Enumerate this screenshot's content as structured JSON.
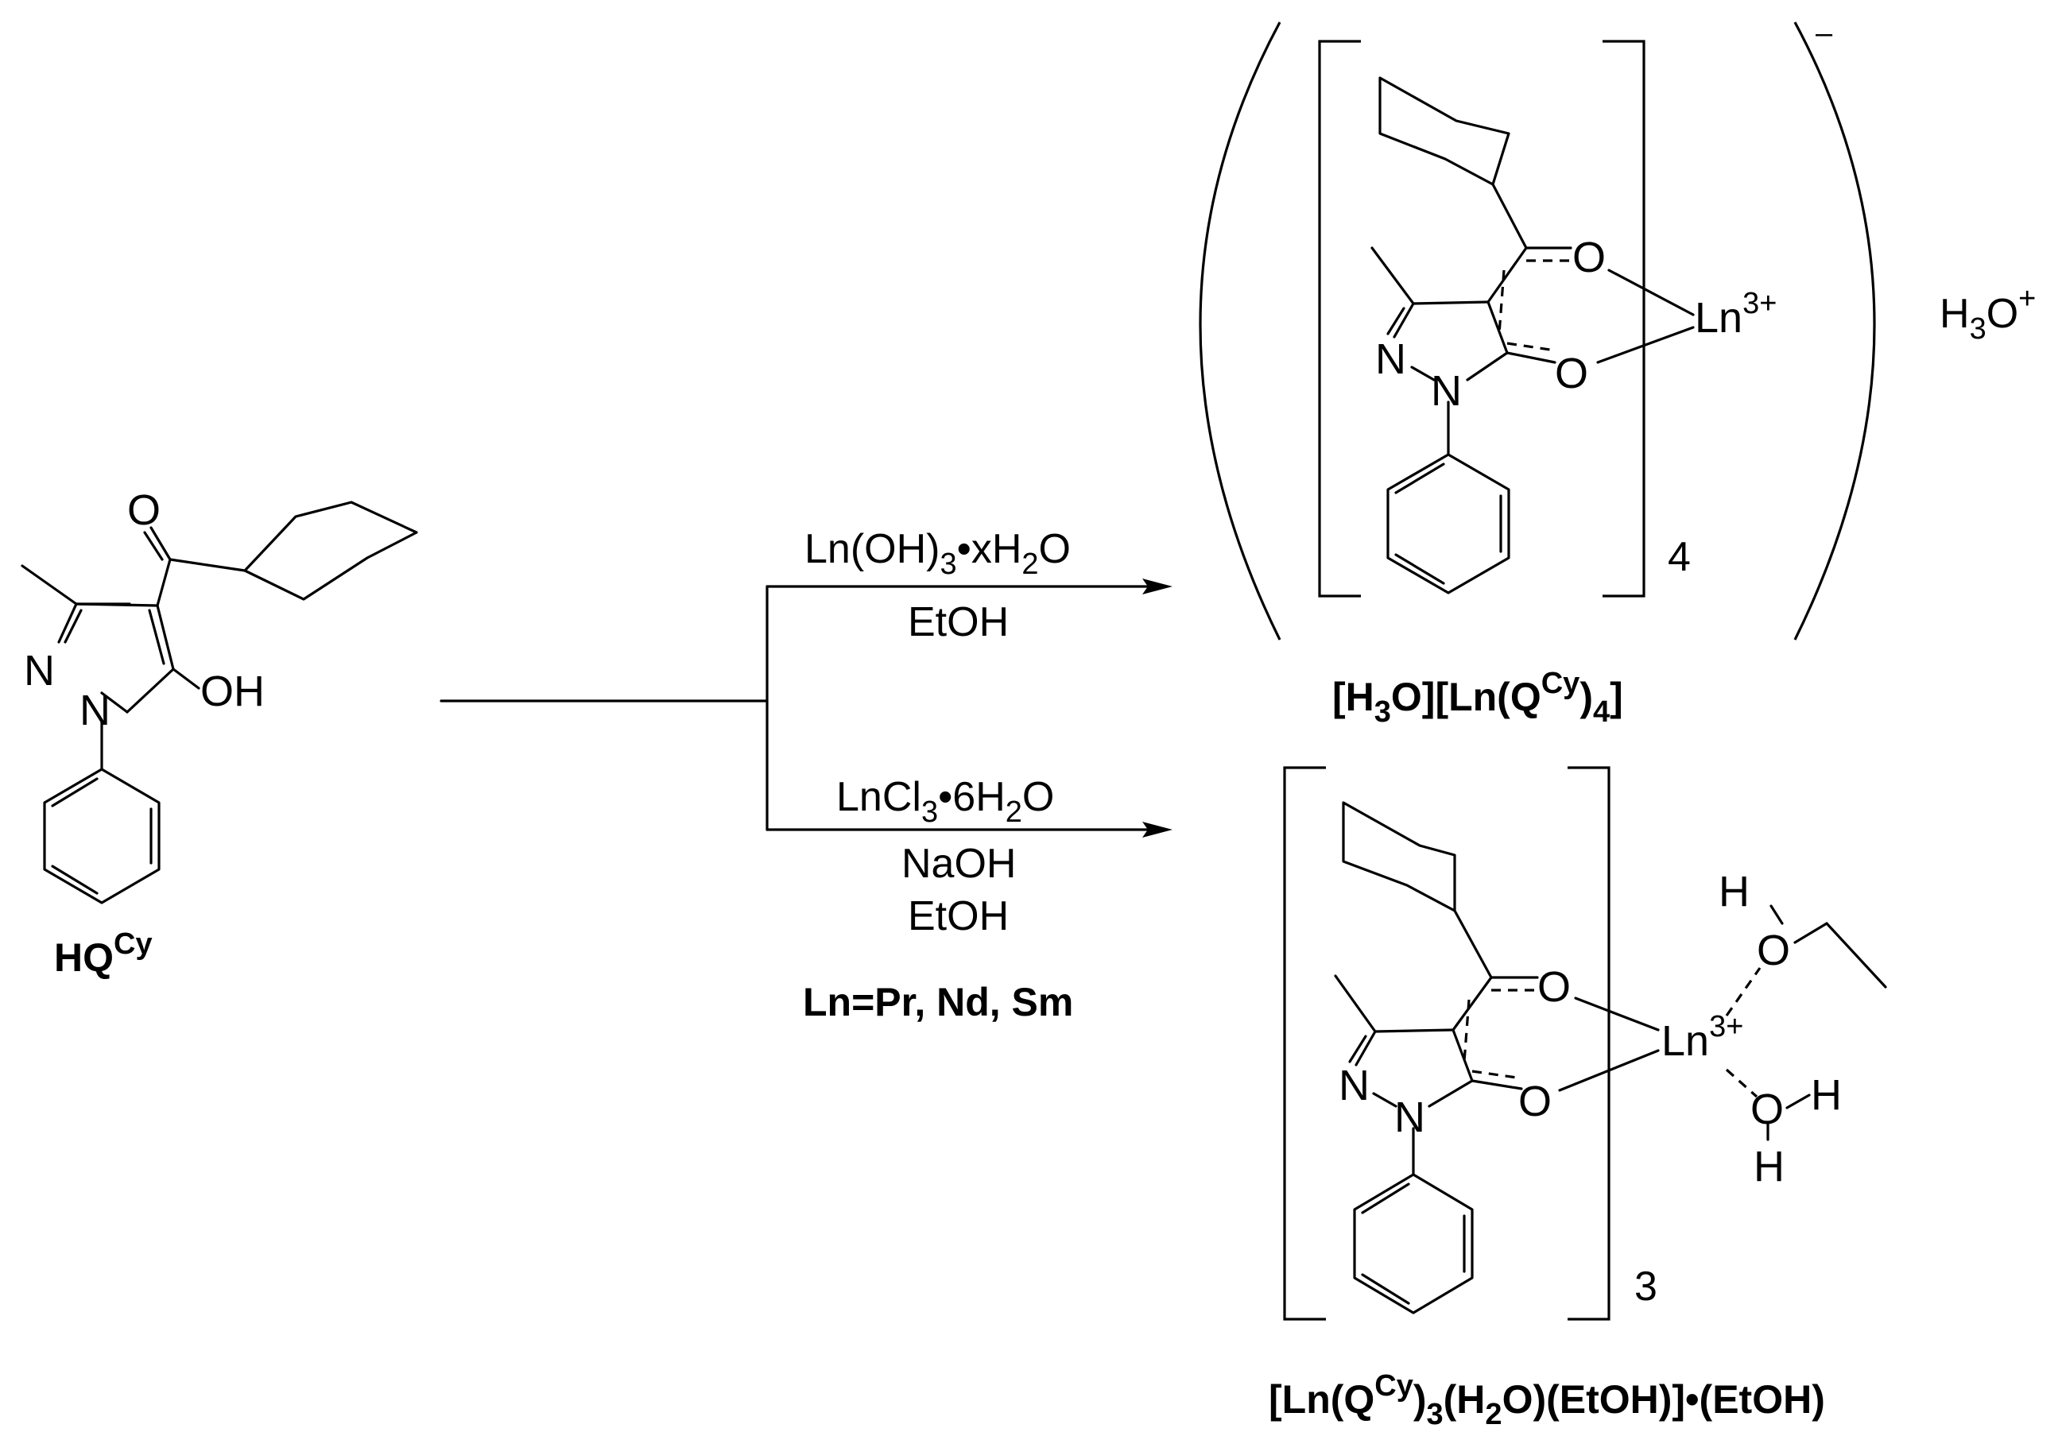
{
  "ligand": {
    "label_main": "HQ",
    "label_sup": "Cy",
    "atom_O_ketone": "O",
    "atom_N2": "N",
    "atom_N1": "N",
    "atom_OH": "OH"
  },
  "top_arrow": {
    "reagent_a": "Ln(OH)",
    "reagent_a_sub": "3",
    "reagent_a_rest": "•xH",
    "reagent_a_sub2": "2",
    "reagent_a_end": "O",
    "solvent": "EtOH"
  },
  "bottom_arrow": {
    "reagent_a": "LnCl",
    "reagent_a_sub": "3",
    "reagent_a_rest": "•6H",
    "reagent_a_sub2": "2",
    "reagent_a_end": "O",
    "base": "NaOH",
    "solvent": "EtOH",
    "ln_note": "Ln=Pr, Nd, Sm"
  },
  "product1": {
    "atom_O1": "O",
    "atom_O2": "O",
    "atom_N2": "N",
    "atom_N1": "N",
    "metal": "Ln",
    "metal_charge": "3+",
    "multiplier": "4",
    "anion_charge": "–",
    "cation": "H",
    "cation_sub": "3",
    "cation_end": "O",
    "cation_charge": "+",
    "name_a": "[H",
    "name_sub1": "3",
    "name_b": "O][Ln(Q",
    "name_sup": "Cy",
    "name_c": ")",
    "name_sub2": "4",
    "name_d": "]"
  },
  "product2": {
    "atom_O1": "O",
    "atom_O2": "O",
    "atom_N2": "N",
    "atom_N1": "N",
    "metal": "Ln",
    "metal_charge": "3+",
    "multiplier": "3",
    "ethanol_H": "H",
    "ethanol_O": "O",
    "water_O": "O",
    "water_H1": "H",
    "water_H2": "H",
    "name_a": "[Ln(Q",
    "name_sup": "Cy",
    "name_b": ")",
    "name_sub1": "3",
    "name_c": "(H",
    "name_sub2": "2",
    "name_d": "O)(EtOH)]•(EtOH)"
  }
}
